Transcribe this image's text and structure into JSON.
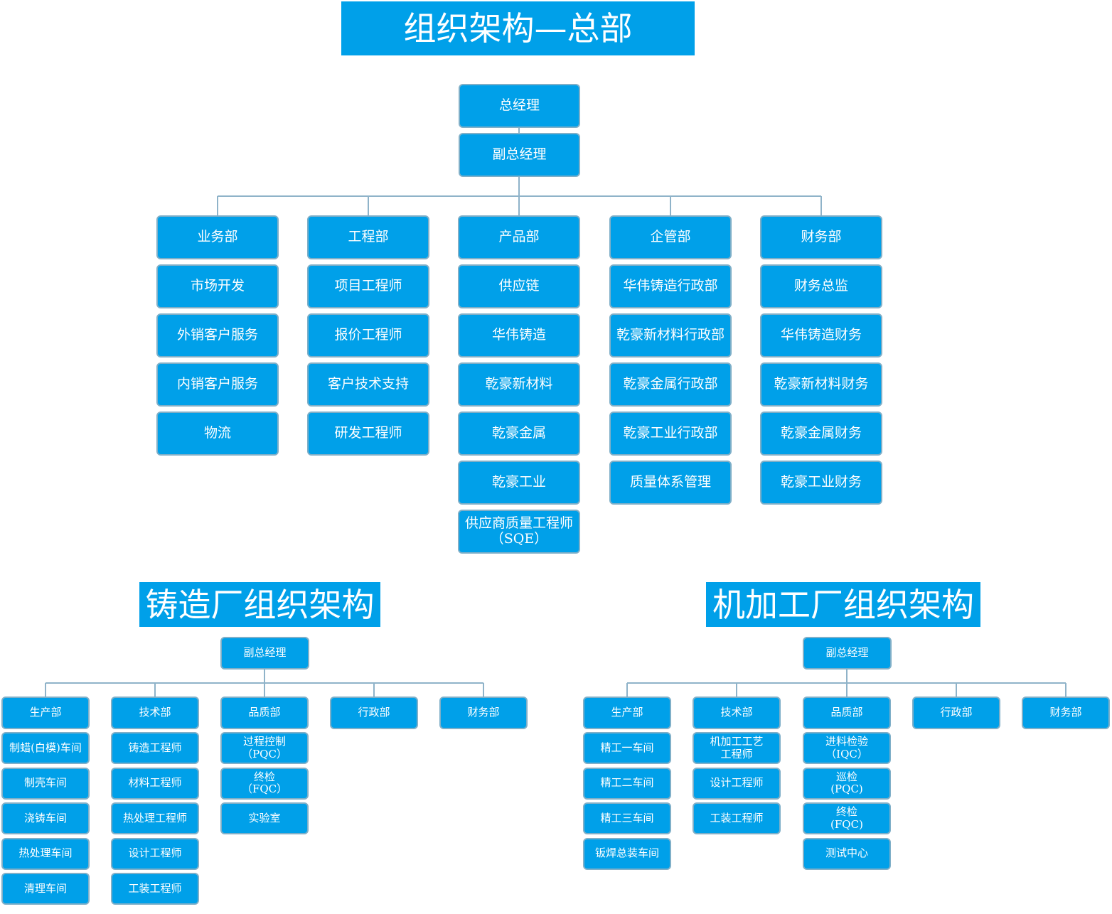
{
  "colors": {
    "box": "#00A0E9",
    "border": "#7FAFC8",
    "line": "#8FB3C9",
    "banner_text": "#FFFFFF"
  },
  "hq": {
    "title": "组织架构—总部",
    "gm": "总经理",
    "deputy": "副总经理",
    "departments": [
      {
        "name": "业务部",
        "items": [
          "市场开发",
          "外销客户服务",
          "内销客户服务",
          "物流"
        ]
      },
      {
        "name": "工程部",
        "items": [
          "项目工程师",
          "报价工程师",
          "客户技术支持",
          "研发工程师"
        ]
      },
      {
        "name": "产品部",
        "items": [
          "供应链",
          "华伟铸造",
          "乾豪新材料",
          "乾豪金属",
          "乾豪工业",
          "供应商质量工程师\n（SQE）"
        ]
      },
      {
        "name": "企管部",
        "items": [
          "华伟铸造行政部",
          "乾豪新材料行政部",
          "乾豪金属行政部",
          "乾豪工业行政部",
          "质量体系管理"
        ]
      },
      {
        "name": "财务部",
        "items": [
          "财务总监",
          "华伟铸造财务",
          "乾豪新材料财务",
          "乾豪金属财务",
          "乾豪工业财务"
        ]
      }
    ]
  },
  "foundry": {
    "title": "铸造厂组织架构",
    "deputy": "副总经理",
    "departments": [
      {
        "name": "生产部",
        "items": [
          "制蜡(白模)车间",
          "制壳车间",
          "浇铸车间",
          "热处理车间",
          "清理车间"
        ]
      },
      {
        "name": "技术部",
        "items": [
          "铸造工程师",
          "材料工程师",
          "热处理工程师",
          "设计工程师",
          "工装工程师"
        ]
      },
      {
        "name": "品质部",
        "items": [
          "过程控制\n（PQC）",
          "终检\n（FQC）",
          "实验室"
        ]
      },
      {
        "name": "行政部",
        "items": []
      },
      {
        "name": "财务部",
        "items": []
      }
    ]
  },
  "machining": {
    "title": "机加工厂组织架构",
    "deputy": "副总经理",
    "departments": [
      {
        "name": "生产部",
        "items": [
          "精工一车间",
          "精工二车间",
          "精工三车间",
          "钣焊总装车间"
        ]
      },
      {
        "name": "技术部",
        "items": [
          "机加工工艺\n工程师",
          "设计工程师",
          "工装工程师"
        ]
      },
      {
        "name": "品质部",
        "items": [
          "进料检验\n（IQC）",
          "巡检\n(PQC)",
          "终检\n(FQC)",
          "测试中心"
        ]
      },
      {
        "name": "行政部",
        "items": []
      },
      {
        "name": "财务部",
        "items": []
      }
    ]
  }
}
